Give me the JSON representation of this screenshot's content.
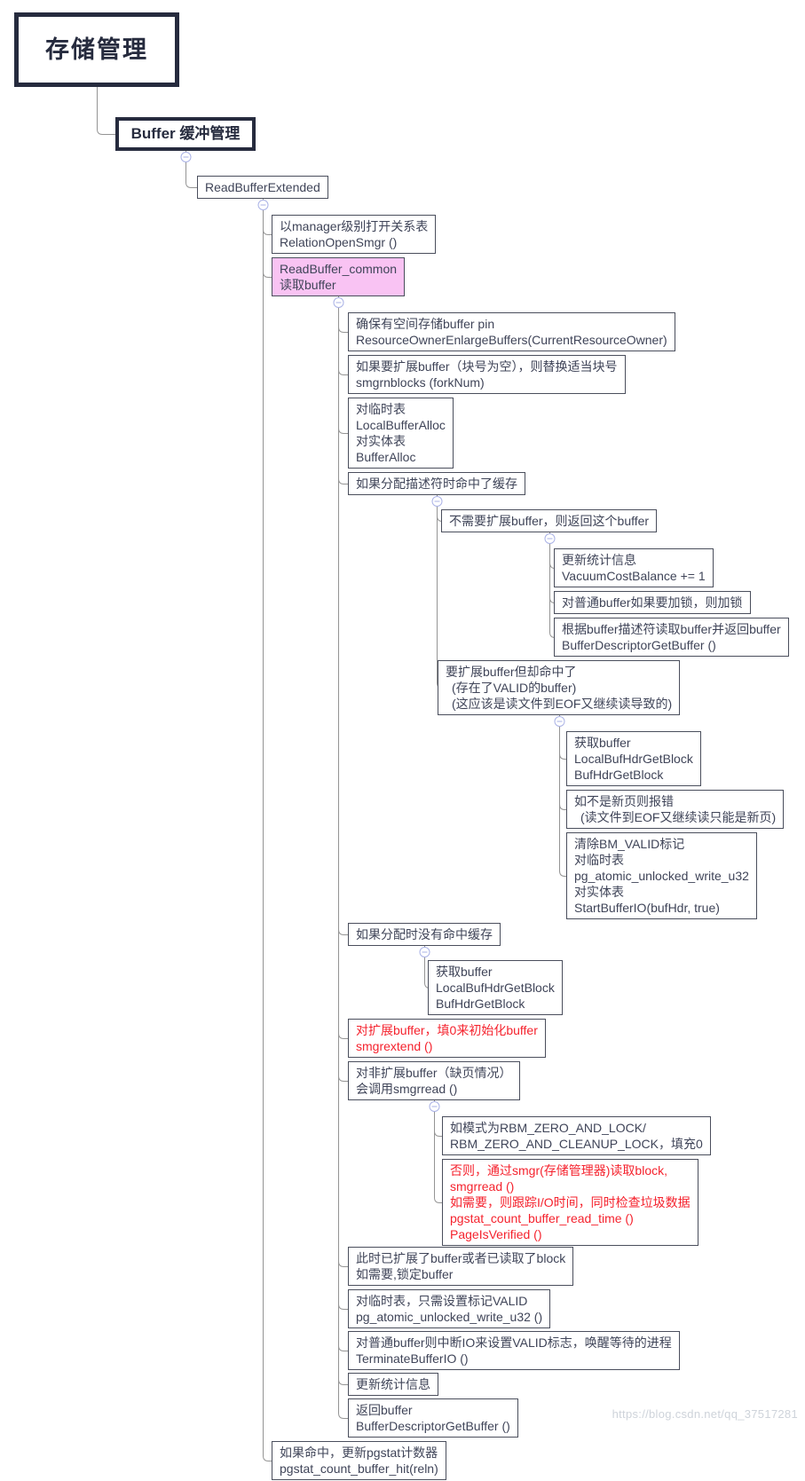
{
  "title": "存储管理 buffer 管理思维导图",
  "watermark": "https://blog.csdn.net/qq_37517281",
  "colors": {
    "accent_dark": "#262b3e",
    "node_border": "#4a4e5c",
    "node_text": "#3f4458",
    "pink_bg": "#f9c3f3",
    "red_text": "#f5222d",
    "connector": "#949494",
    "collapse_icon": "#aab2e6",
    "watermark": "#ced3da"
  },
  "nodes": [
    {
      "id": "root",
      "style": "root",
      "lines": [
        "存储管理"
      ]
    },
    {
      "id": "buffer",
      "style": "l1",
      "lines": [
        "Buffer 缓冲管理"
      ]
    },
    {
      "id": "rbe",
      "style": "normal",
      "lines": [
        "ReadBufferExtended"
      ]
    },
    {
      "id": "open-smgr",
      "style": "normal",
      "lines": [
        "以manager级别打开关系表",
        "RelationOpenSmgr ()"
      ]
    },
    {
      "id": "common",
      "style": "pink",
      "lines": [
        "ReadBuffer_common",
        "读取buffer"
      ]
    },
    {
      "id": "ensure",
      "style": "normal",
      "lines": [
        "确保有空间存储buffer pin",
        "ResourceOwnerEnlargeBuffers(CurrentResourceOwner)"
      ]
    },
    {
      "id": "if-extend",
      "style": "normal",
      "lines": [
        "如果要扩展buffer（块号为空），则替换适当块号",
        "smgrnblocks (forkNum)"
      ]
    },
    {
      "id": "temp-table",
      "style": "normal",
      "lines": [
        "对临时表",
        "LocalBufferAlloc",
        "对实体表",
        "BufferAlloc"
      ]
    },
    {
      "id": "hit-desc",
      "style": "normal",
      "lines": [
        "如果分配描述符时命中了缓存"
      ]
    },
    {
      "id": "no-extend",
      "style": "normal",
      "lines": [
        "不需要扩展buffer，则返回这个buffer"
      ]
    },
    {
      "id": "upd-stats1",
      "style": "normal",
      "lines": [
        "更新统计信息",
        "VacuumCostBalance += 1"
      ]
    },
    {
      "id": "lock-normal",
      "style": "normal",
      "lines": [
        "对普通buffer如果要加锁，则加锁"
      ]
    },
    {
      "id": "get-by-desc",
      "style": "normal",
      "lines": [
        "根据buffer描述符读取buffer并返回buffer",
        "BufferDescriptorGetBuffer ()"
      ]
    },
    {
      "id": "extend-hit",
      "style": "normal",
      "lines": [
        "要扩展buffer但却命中了",
        "(存在了VALID的buffer)",
        "(这应该是读文件到EOF又继续读导致的)"
      ]
    },
    {
      "id": "get-buffer1",
      "style": "normal",
      "lines": [
        "获取buffer",
        "LocalBufHdrGetBlock",
        "BufHdrGetBlock"
      ]
    },
    {
      "id": "not-new-page",
      "style": "normal",
      "lines": [
        "如不是新页则报错",
        "(读文件到EOF又继续读只能是新页)"
      ]
    },
    {
      "id": "clear-valid",
      "style": "normal",
      "lines": [
        "清除BM_VALID标记",
        "对临时表",
        "pg_atomic_unlocked_write_u32",
        "对实体表",
        "StartBufferIO(bufHdr, true)"
      ]
    },
    {
      "id": "no-hit",
      "style": "normal",
      "lines": [
        "如果分配时没有命中缓存"
      ]
    },
    {
      "id": "get-buffer2",
      "style": "normal",
      "lines": [
        "获取buffer",
        "LocalBufHdrGetBlock",
        "BufHdrGetBlock"
      ]
    },
    {
      "id": "red-extend",
      "style": "red",
      "lines": [
        "对扩展buffer，填0来初始化buffer",
        "smgrextend ()"
      ]
    },
    {
      "id": "non-extend",
      "style": "normal",
      "lines": [
        "对非扩展buffer（缺页情况）",
        "会调用smgrread ()"
      ]
    },
    {
      "id": "rbm-mode",
      "style": "normal",
      "lines": [
        "如模式为RBM_ZERO_AND_LOCK/",
        "RBM_ZERO_AND_CLEANUP_LOCK，填充0"
      ]
    },
    {
      "id": "red-else",
      "style": "red",
      "lines": [
        "否则，通过smgr(存储管理器)读取block,",
        "smgrread ()",
        "如需要，则跟踪I/O时间，同时检查垃圾数据",
        "pgstat_count_buffer_read_time ()",
        "PageIsVerified ()"
      ]
    },
    {
      "id": "now-done",
      "style": "normal",
      "lines": [
        "此时已扩展了buffer或者已读取了block",
        "如需要,锁定buffer"
      ]
    },
    {
      "id": "temp-valid",
      "style": "normal",
      "lines": [
        "对临时表，只需设置标记VALID",
        "pg_atomic_unlocked_write_u32 ()"
      ]
    },
    {
      "id": "normal-io",
      "style": "normal",
      "lines": [
        "对普通buffer则中断IO来设置VALID标志，唤醒等待的进程",
        "TerminateBufferIO ()"
      ]
    },
    {
      "id": "upd-stats2",
      "style": "normal",
      "lines": [
        "更新统计信息"
      ]
    },
    {
      "id": "ret-buffer",
      "style": "normal",
      "lines": [
        "返回buffer",
        "BufferDescriptorGetBuffer ()"
      ]
    },
    {
      "id": "hit-pgstat",
      "style": "normal",
      "lines": [
        "如果命中，更新pgstat计数器",
        "pgstat_count_buffer_hit(reln)"
      ]
    }
  ]
}
